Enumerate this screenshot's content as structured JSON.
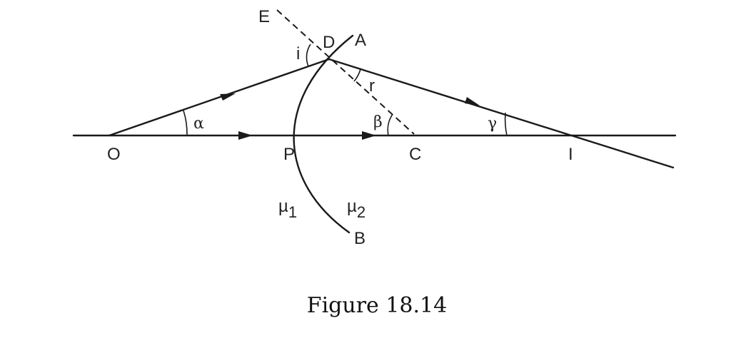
{
  "points": {
    "O": "O",
    "P": "P",
    "C": "C",
    "I": "I",
    "D": "D",
    "A": "A",
    "B": "B",
    "E": "E"
  },
  "angles": {
    "alpha": "α",
    "i": "i",
    "r": "r",
    "beta": "β",
    "gamma": "γ"
  },
  "media": {
    "mu1_symbol": "µ",
    "mu1_subscript": "1",
    "mu2_symbol": "µ",
    "mu2_subscript": "2"
  },
  "caption": "Figure 18.14"
}
